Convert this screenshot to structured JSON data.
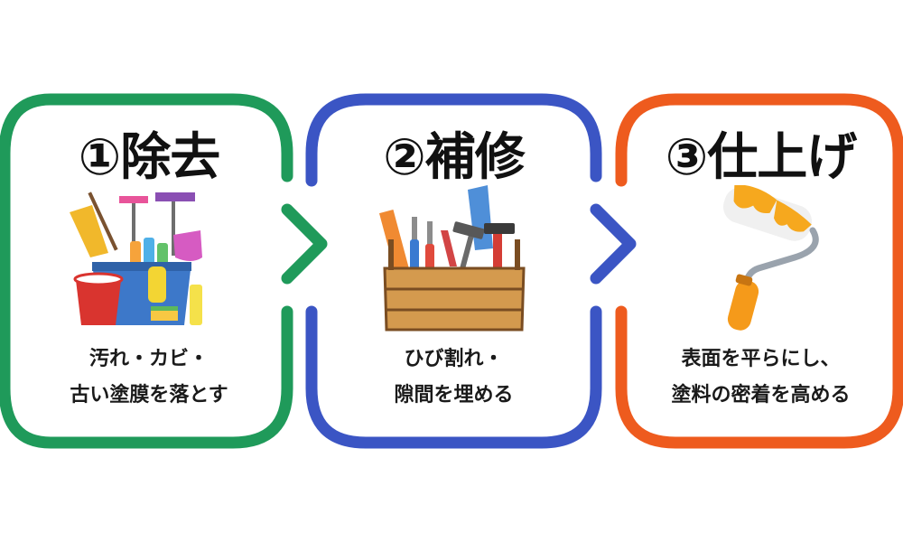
{
  "steps": [
    {
      "number": "①",
      "title": "除去",
      "description": [
        "汚れ・カビ・",
        "古い塗膜を落とす"
      ],
      "illustration": "cleaning-supplies-icon",
      "color": "#1f9a5a"
    },
    {
      "number": "②",
      "title": "補修",
      "description": [
        "ひび割れ・",
        "隙間を埋める"
      ],
      "illustration": "toolbox-icon",
      "color": "#3b55c4"
    },
    {
      "number": "③",
      "title": "仕上げ",
      "description": [
        "表面を平らにし、",
        "塗料の密着を高める"
      ],
      "illustration": "paint-roller-icon",
      "color": "#ee5b1e"
    }
  ]
}
